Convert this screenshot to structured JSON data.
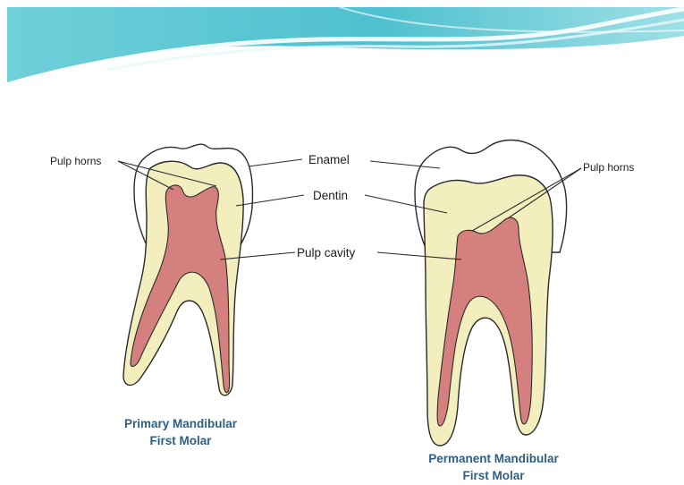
{
  "labels": {
    "enamel": "Enamel",
    "dentin": "Dentin",
    "pulp_cavity": "Pulp cavity",
    "pulp_horns_left": "Pulp horns",
    "pulp_horns_right": "Pulp horns"
  },
  "captions": {
    "primary": [
      "Primary Mandibular",
      "First Molar"
    ],
    "permanent": [
      "Permanent Mandibular",
      "First Molar"
    ]
  },
  "colors": {
    "banner": "#5cc7d4",
    "enamel": "#ffffff",
    "dentin": "#f3eebd",
    "pulp": "#d4807f",
    "caption": "#2f5e84",
    "outline": "#2a2a2a"
  }
}
